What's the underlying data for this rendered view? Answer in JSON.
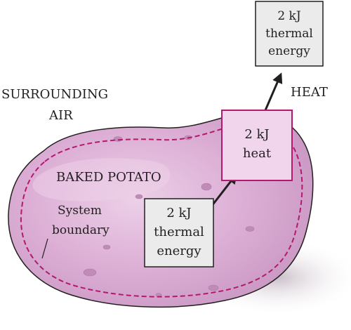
{
  "labels": {
    "surrounding_line1": "SURROUNDING",
    "surrounding_line2": "AIR",
    "heat": "HEAT",
    "potato": "BAKED POTATO",
    "boundary_line1": "System",
    "boundary_line2": "boundary"
  },
  "boxes": {
    "inner": {
      "line1": "2 kJ",
      "line2": "thermal",
      "line3": "energy"
    },
    "boundary": {
      "line1": "2 kJ",
      "line2": "heat"
    },
    "outer": {
      "line1": "2 kJ",
      "line2": "thermal",
      "line3": "energy"
    }
  },
  "colors": {
    "potato_fill": "#dcaed5",
    "potato_highlight": "#eccbe6",
    "potato_shade": "#c48fbc",
    "dashed_boundary": "#b5196e",
    "heat_box_border": "#b5196e",
    "heat_box_fill": "#f1d5ec",
    "energy_box_fill": "#ebebeb",
    "ink": "#231f20"
  }
}
